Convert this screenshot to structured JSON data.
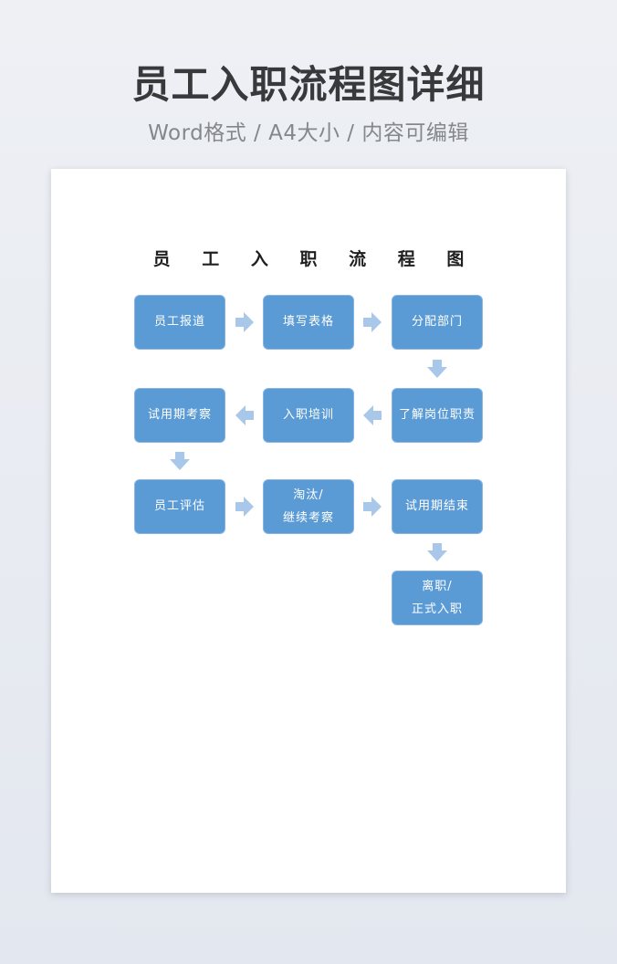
{
  "header": {
    "title": "员工入职流程图详细",
    "subtitle": "Word格式 / A4大小 / 内容可编辑"
  },
  "document": {
    "title": "员 工 入 职 流 程 图",
    "nodes": [
      {
        "id": "report",
        "label": "员工报道"
      },
      {
        "id": "fill-form",
        "label": "填写表格"
      },
      {
        "id": "assign-department",
        "label": "分配部门"
      },
      {
        "id": "learn-job-duties",
        "label": "了解岗位职责"
      },
      {
        "id": "onboarding-training",
        "label": "入职培训"
      },
      {
        "id": "probation-review",
        "label": "试用期考察"
      },
      {
        "id": "employee-evaluation",
        "label": "员工评估"
      },
      {
        "id": "eliminate-or-continue",
        "label": "淘汰/\n继续考察"
      },
      {
        "id": "probation-end",
        "label": "试用期结束"
      },
      {
        "id": "leave-or-official",
        "label": "离职/\n正式入职"
      }
    ]
  },
  "colors": {
    "node_fill": "#5B9BD5",
    "node_border": "#86B4E3",
    "arrow_fill": "#A9C7E9",
    "node_text": "#FFFFFF",
    "header_title_text": "#38393B",
    "header_subtitle_text": "#85878B",
    "page_background": "#FFFFFF",
    "canvas_background": "#E9ECF2"
  }
}
